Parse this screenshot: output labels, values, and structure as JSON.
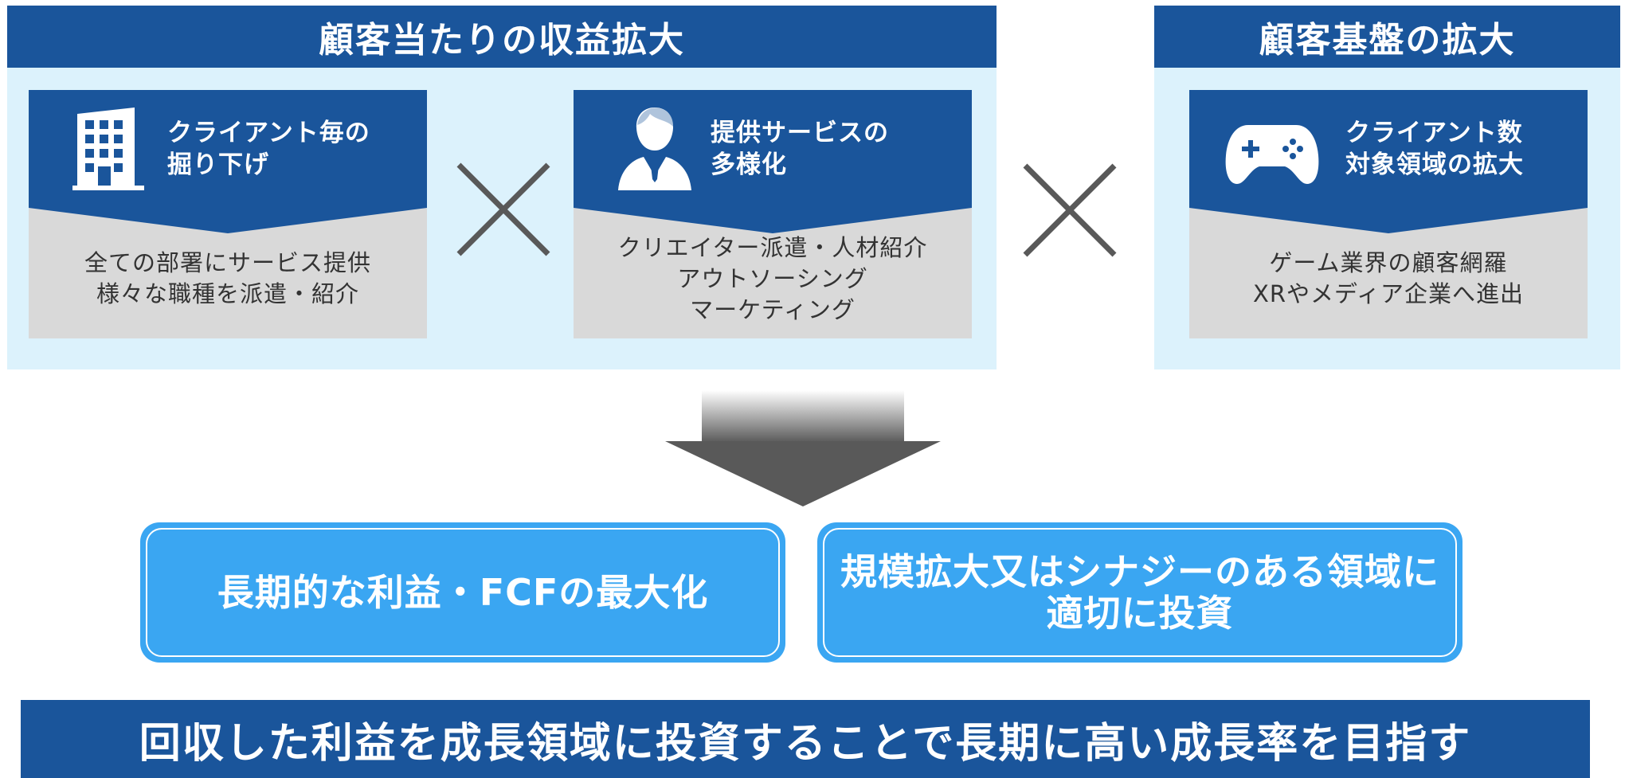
{
  "left_panel": {
    "title": "顧客当たりの収益拡大",
    "cards": [
      {
        "icon": "office-building-icon",
        "title": "クライアント毎の\n掘り下げ",
        "body": "全ての部署にサービス提供\n様々な職種を派遣・紹介"
      },
      {
        "icon": "business-person-icon",
        "title": "提供サービスの\n多様化",
        "body": "クリエイター派遣・人材紹介\nアウトソーシング\nマーケティング"
      }
    ]
  },
  "right_panel": {
    "title": "顧客基盤の拡大",
    "card": {
      "icon": "game-controller-icon",
      "title": "クライアント数\n対象領域の拡大",
      "body": "ゲーム業界の顧客網羅\nXRやメディア企業へ進出"
    }
  },
  "operator_icon": "multiply-icon",
  "results": [
    {
      "text": "長期的な利益・FCFの最大化"
    },
    {
      "text": "規模拡大又はシナジーのある領域に\n適切に投資"
    }
  ],
  "conclusion": "回収した利益を成長領域に投資することで長期に高い成長率を目指す",
  "colors": {
    "navy": "#1a559b",
    "panel_bg": "#dcf2fc",
    "card_body_bg": "#d9d9d9",
    "result_blue": "#3aa6f2",
    "arrow_gray": "#595959"
  }
}
